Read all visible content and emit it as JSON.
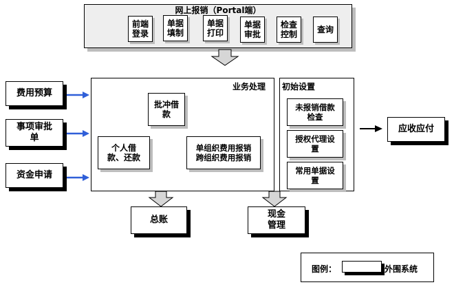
{
  "portal": {
    "title": "网上报销（Portal端）",
    "buttons": [
      "前端\n登录",
      "单据\n填制",
      "单据\n打印",
      "单据\n审批",
      "检查\n控制",
      "查询"
    ]
  },
  "inputs": [
    "费用预算",
    "事项审批\n单",
    "资金申请"
  ],
  "business": {
    "title": "业务处理",
    "offset": "批冲借\n款",
    "loan": "个人借\n款、还款",
    "org": "单组织费用报销\n跨组织费用报销"
  },
  "init": {
    "title": "初始设置",
    "items": [
      "未报销借款\n检查",
      "授权代理设\n置",
      "常用单据设\n置"
    ]
  },
  "outputs": {
    "receivable": "应收应付",
    "ledger": "总账",
    "cash": "现金\n管理"
  },
  "legend": {
    "label": "图例：",
    "item": "外围系统"
  },
  "colors": {
    "blue_arrow": "#2f5fd8",
    "block_arrow": "#d6d6d6",
    "portal_bg": "#eeeeee",
    "shadow_grey": "#bdbdbd"
  }
}
